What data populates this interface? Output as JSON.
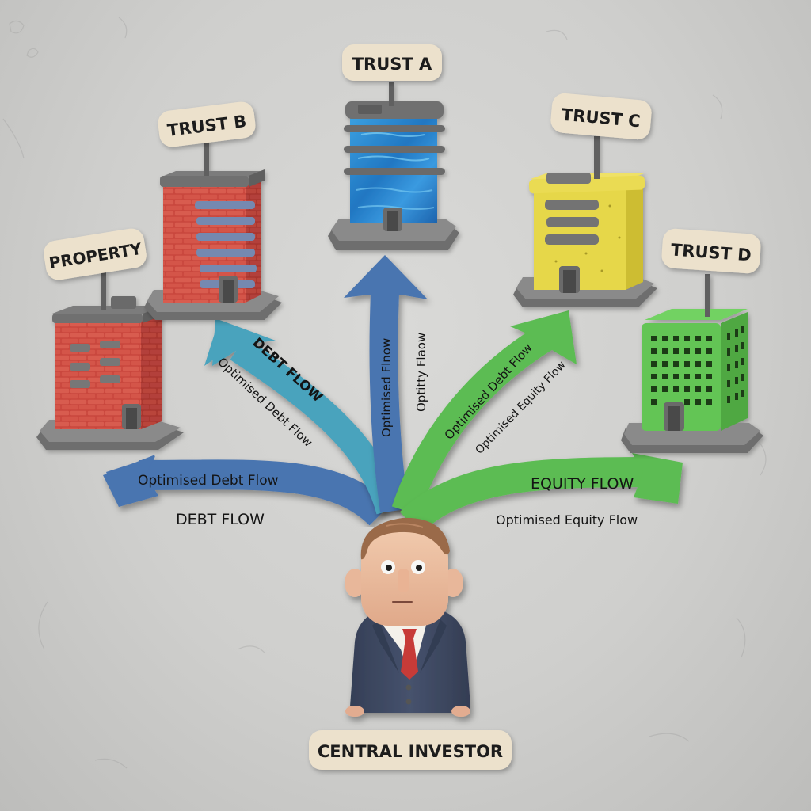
{
  "diagram": {
    "title": "Central Investor Debt and Equity Flows",
    "style": "clay illustration",
    "background_color": "#d4d4d2"
  },
  "colors": {
    "debt_dark_blue": "#4a74b0",
    "debt_teal": "#4aa3bd",
    "equity_green": "#5cbc52",
    "sign_beige": "#ece1cc",
    "base_grey": "#7a7a7a",
    "brick_red": "#cc4a3f",
    "glass_blue": "#2e86cf",
    "yellow": "#e8d94a",
    "green_building": "#63c555",
    "suit": "#3f4a63",
    "tie": "#c73b37"
  },
  "entities": [
    {
      "id": "property",
      "label": "PROPERTY",
      "building": "red brick, grey window slabs"
    },
    {
      "id": "trust_b",
      "label": "TRUST B",
      "building": "red brick, blue horizontal windows"
    },
    {
      "id": "trust_a",
      "label": "TRUST A",
      "building": "blue glass tower with grey bands"
    },
    {
      "id": "trust_c",
      "label": "TRUST C",
      "building": "yellow textured, grey slabs"
    },
    {
      "id": "trust_d",
      "label": "TRUST D",
      "building": "green grid of windows"
    }
  ],
  "investor": {
    "label": "CENTRAL INVESTOR"
  },
  "flows": [
    {
      "id": "to_property",
      "target": "property",
      "color": "debt_dark_blue",
      "on_arrow": "Optimised Debt Flow",
      "beside": "DEBT FLOW"
    },
    {
      "id": "to_trust_b",
      "target": "trust_b",
      "color": "debt_teal",
      "on_arrow": "DEBT FLOW",
      "beside": "Optimised Debt Flow"
    },
    {
      "id": "to_trust_a",
      "target": "trust_a",
      "color": "debt_dark_blue",
      "on_arrow": "Optimised Flnow",
      "beside": "Optitty Flaow"
    },
    {
      "id": "to_trust_c",
      "target": "trust_c",
      "color": "equity_green",
      "on_arrow": "Optimised Debt Flow",
      "beside": "Optimised Equity Flow"
    },
    {
      "id": "to_trust_d",
      "target": "trust_d",
      "color": "equity_green",
      "on_arrow": "EQUITY FLOW",
      "beside": "Optimised Equity Flow"
    }
  ]
}
